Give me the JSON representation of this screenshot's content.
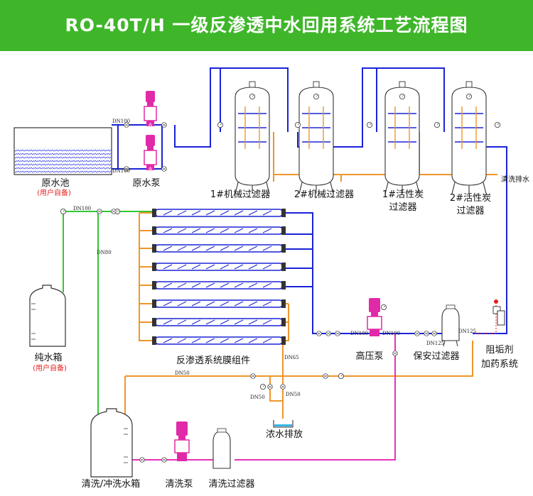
{
  "title": "RO-40T/H 一级反渗透中水回用系统工艺流程图",
  "labels": {
    "raw_tank": "原水池",
    "user_supplied": "(用户自备)",
    "raw_pump": "原水泵",
    "mech_filter_1": "1#机械过滤器",
    "mech_filter_2": "2#机械过滤器",
    "carbon_filter_1": [
      "1#活性炭",
      "过滤器"
    ],
    "carbon_filter_2": [
      "2#活性炭",
      "过滤器"
    ],
    "backwash_drain": "清洗排水",
    "pure_tank": "纯水箱",
    "ro_modules": "反渗透系统膜组件",
    "hp_pump": "高压泵",
    "security_filter": "保安过滤器",
    "antiscalant": [
      "阻垢剂",
      "加药系统"
    ],
    "concentrate_drain": "浓水排放",
    "clean_tank": "清洗/冲洗水箱",
    "clean_pump": "清洗泵",
    "clean_filter": "清洗过滤器"
  },
  "pipe_labels": {
    "dn100_a": "DN100",
    "dn100_b": "DN100",
    "dn100_c": "DN100",
    "dn100_d": "DN100",
    "dn100_e": "DN100",
    "dn80": "DN80",
    "dn65": "DN65",
    "dn50_a": "DN50",
    "dn50_b": "DN50",
    "dn50_c": "DN50",
    "dn125_a": "DN125",
    "dn125_b": "DN125"
  },
  "pump_badge": "A",
  "colors": {
    "banner": "#3fb62a",
    "raw_water": "#1a23d6",
    "concentrate": "#f0962a",
    "product_water": "#33c833",
    "cleaning": "#e830b8",
    "pump": "#e02aa8",
    "alarm": "#e8201f"
  }
}
